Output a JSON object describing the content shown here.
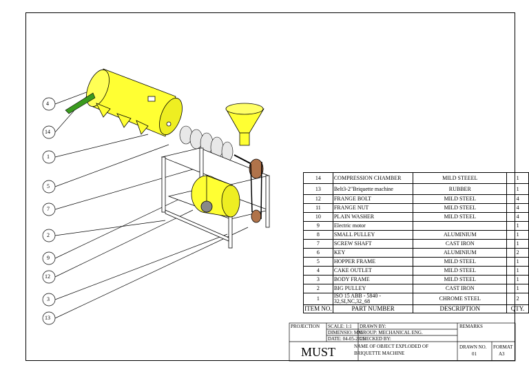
{
  "balloons": [
    "4",
    "14",
    "1",
    "5",
    "7",
    "2",
    "9",
    "12",
    "3",
    "13"
  ],
  "bom": {
    "headers": [
      "ITEM NO.",
      "PART NUMBER",
      "DESCRIPTION",
      "QTY."
    ],
    "rows": [
      {
        "item": "14",
        "part": "COMPRESSION CHAMBER",
        "desc": "MILD STEEEL",
        "qty": "1"
      },
      {
        "item": "13",
        "part": "Belt3-2\"Briquette machine",
        "desc": "RUBBER",
        "qty": "1"
      },
      {
        "item": "12",
        "part": "FRANGE BOLT",
        "desc": "MILD STEEL",
        "qty": "4"
      },
      {
        "item": "11",
        "part": "FRANGE NUT",
        "desc": "MILD STEEL",
        "qty": "4"
      },
      {
        "item": "10",
        "part": "PLAIN WASHER",
        "desc": "MILD STEEL",
        "qty": "4"
      },
      {
        "item": "9",
        "part": "Electric motor",
        "desc": "",
        "qty": "1"
      },
      {
        "item": "8",
        "part": "SMALL PULLEY",
        "desc": "ALUMINIUM",
        "qty": "1"
      },
      {
        "item": "7",
        "part": "SCREW SHAFT",
        "desc": "CAST IRON",
        "qty": "1"
      },
      {
        "item": "6",
        "part": "KEY",
        "desc": "ALUMINIUM",
        "qty": "2"
      },
      {
        "item": "5",
        "part": "HOPPER FRAME",
        "desc": "MILD STEEL",
        "qty": "1"
      },
      {
        "item": "4",
        "part": "CAKE OUTLET",
        "desc": "MILD STEEL",
        "qty": "1"
      },
      {
        "item": "3",
        "part": "BODY FRAME",
        "desc": "MILD STEEL",
        "qty": "1"
      },
      {
        "item": "2",
        "part": "BIG PULLEY",
        "desc": "CAST IRON",
        "qty": "1"
      },
      {
        "item": "1",
        "part": "ISO 15 ABB - 5840 - 32,SI,NC,32_68",
        "desc": "CHROME STEEL",
        "qty": "2"
      }
    ]
  },
  "title_block": {
    "projection": "PROJECTION",
    "scale": "SCALE: 1:1",
    "dimension": "DIMENSIO: MM",
    "date": "DATE: 04-05-2025",
    "drawn_by": "DRAWN BY:",
    "group": "GROUP: MECHANICAL ENG.",
    "checked_by": "CHECKED BY:",
    "remarks": "REMARKS",
    "logo": "MUST",
    "name_line1": "NAME OF OBJECT EXPLODED OF",
    "name_line2": "BRIQUETTE MACHINE",
    "drawn_no_label": "DRAWN NO.",
    "drawn_no": "01",
    "format_label": "FORMAT",
    "format": "A3"
  },
  "colors": {
    "part_fill": "#ffff33",
    "outlet": "#3a9a1e",
    "line": "#000000",
    "frame": "#ffffff"
  }
}
